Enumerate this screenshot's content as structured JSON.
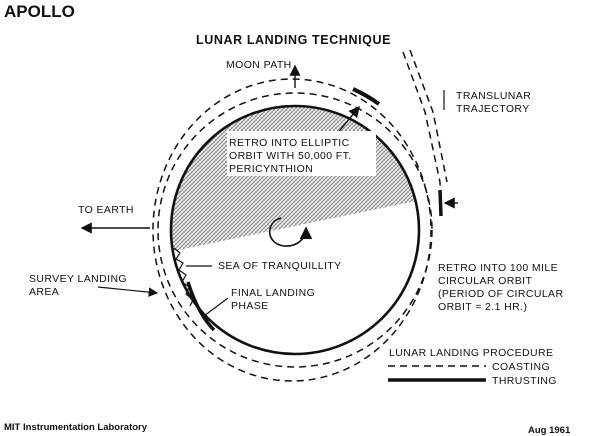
{
  "header": {
    "program": "APOLLO",
    "title": "LUNAR LANDING TECHNIQUE"
  },
  "labels": {
    "moon_path": "MOON PATH",
    "translunar_line1": "TRANSLUNAR",
    "translunar_line2": "TRAJECTORY",
    "retro_elliptic_line1": "RETRO INTO ELLIPTIC",
    "retro_elliptic_line2": "ORBIT WITH 50,000 FT.",
    "retro_elliptic_line3": "PERICYNTHION",
    "to_earth": "TO EARTH",
    "sea_of_tranquillity": "SEA OF TRANQUILLITY",
    "survey_line1": "SURVEY LANDING",
    "survey_line2": "AREA",
    "final_line1": "FINAL LANDING",
    "final_line2": "PHASE",
    "retro_circular_line1": "RETRO INTO 100 MILE",
    "retro_circular_line2": "CIRCULAR ORBIT",
    "retro_circular_line3": "(PERIOD OF CIRCULAR",
    "retro_circular_line4": "ORBIT = 2.1 HR.)"
  },
  "legend": {
    "title": "LUNAR LANDING PROCEDURE",
    "coasting": "COASTING",
    "thrusting": "THRUSTING"
  },
  "footer": {
    "lab": "MIT Instrumentation Laboratory",
    "date": "Aug 1961"
  },
  "colors": {
    "ink": "#111111",
    "shade": "#6a6a6a",
    "paper": "#ffffff"
  }
}
